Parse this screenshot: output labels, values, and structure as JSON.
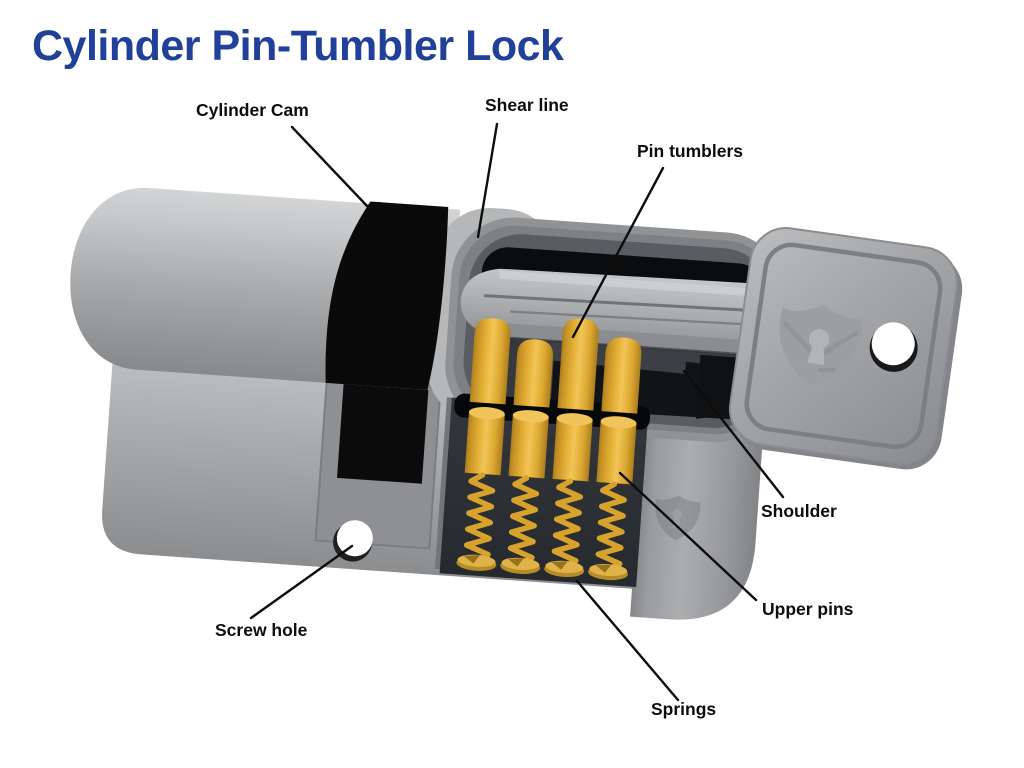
{
  "title": "Cylinder Pin-Tumbler Lock",
  "labels": {
    "cylinder_cam": "Cylinder Cam",
    "shear_line": "Shear line",
    "pin_tumblers": "Pin tumblers",
    "shoulder": "Shoulder",
    "upper_pins": "Upper pins",
    "screw_hole": "Screw hole",
    "springs": "Springs"
  },
  "diagram": {
    "subject": "Cutaway illustration of a euro-profile cylinder pin-tumbler lock with key inserted",
    "visible_part_counts": {
      "pin_tumblers": 4,
      "upper_pins": 4,
      "springs": 4
    },
    "colors": {
      "title_text": "#20409a",
      "label_text": "#0d0d0d",
      "leader_line": "#0d0d0d",
      "brass_pins": "#e2ac33",
      "metal_body": "#a6a8aa",
      "cam": "#0a0a0a",
      "chamber": "#33373b",
      "background": "#ffffff"
    }
  }
}
